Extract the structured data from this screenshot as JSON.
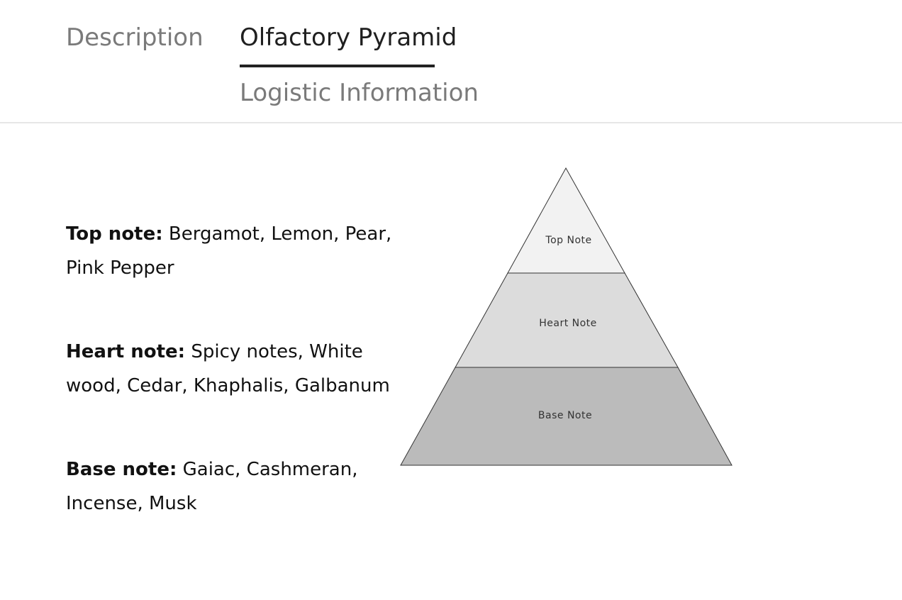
{
  "tabs": [
    {
      "label": "Description",
      "active": false
    },
    {
      "label": "Olfactory Pyramid",
      "active": true
    },
    {
      "label": "Logistic Information",
      "active": false
    }
  ],
  "notes": {
    "top": {
      "label": "Top note:",
      "value": "Bergamot, Lemon, Pear, Pink Pepper"
    },
    "heart": {
      "label": "Heart note:",
      "value": "Spicy notes, White wood, Cedar, Khaphalis, Galbanum"
    },
    "base": {
      "label": "Base note:",
      "value": "Gaiac, Cashmeran, Incense, Musk"
    }
  },
  "pyramid": {
    "top_label": "Top Note",
    "heart_label": "Heart Note",
    "base_label": "Base Note",
    "colors": {
      "top": "#f2f2f2",
      "heart": "#dcdcdc",
      "base": "#bbbbbb",
      "stroke": "#333333"
    }
  }
}
